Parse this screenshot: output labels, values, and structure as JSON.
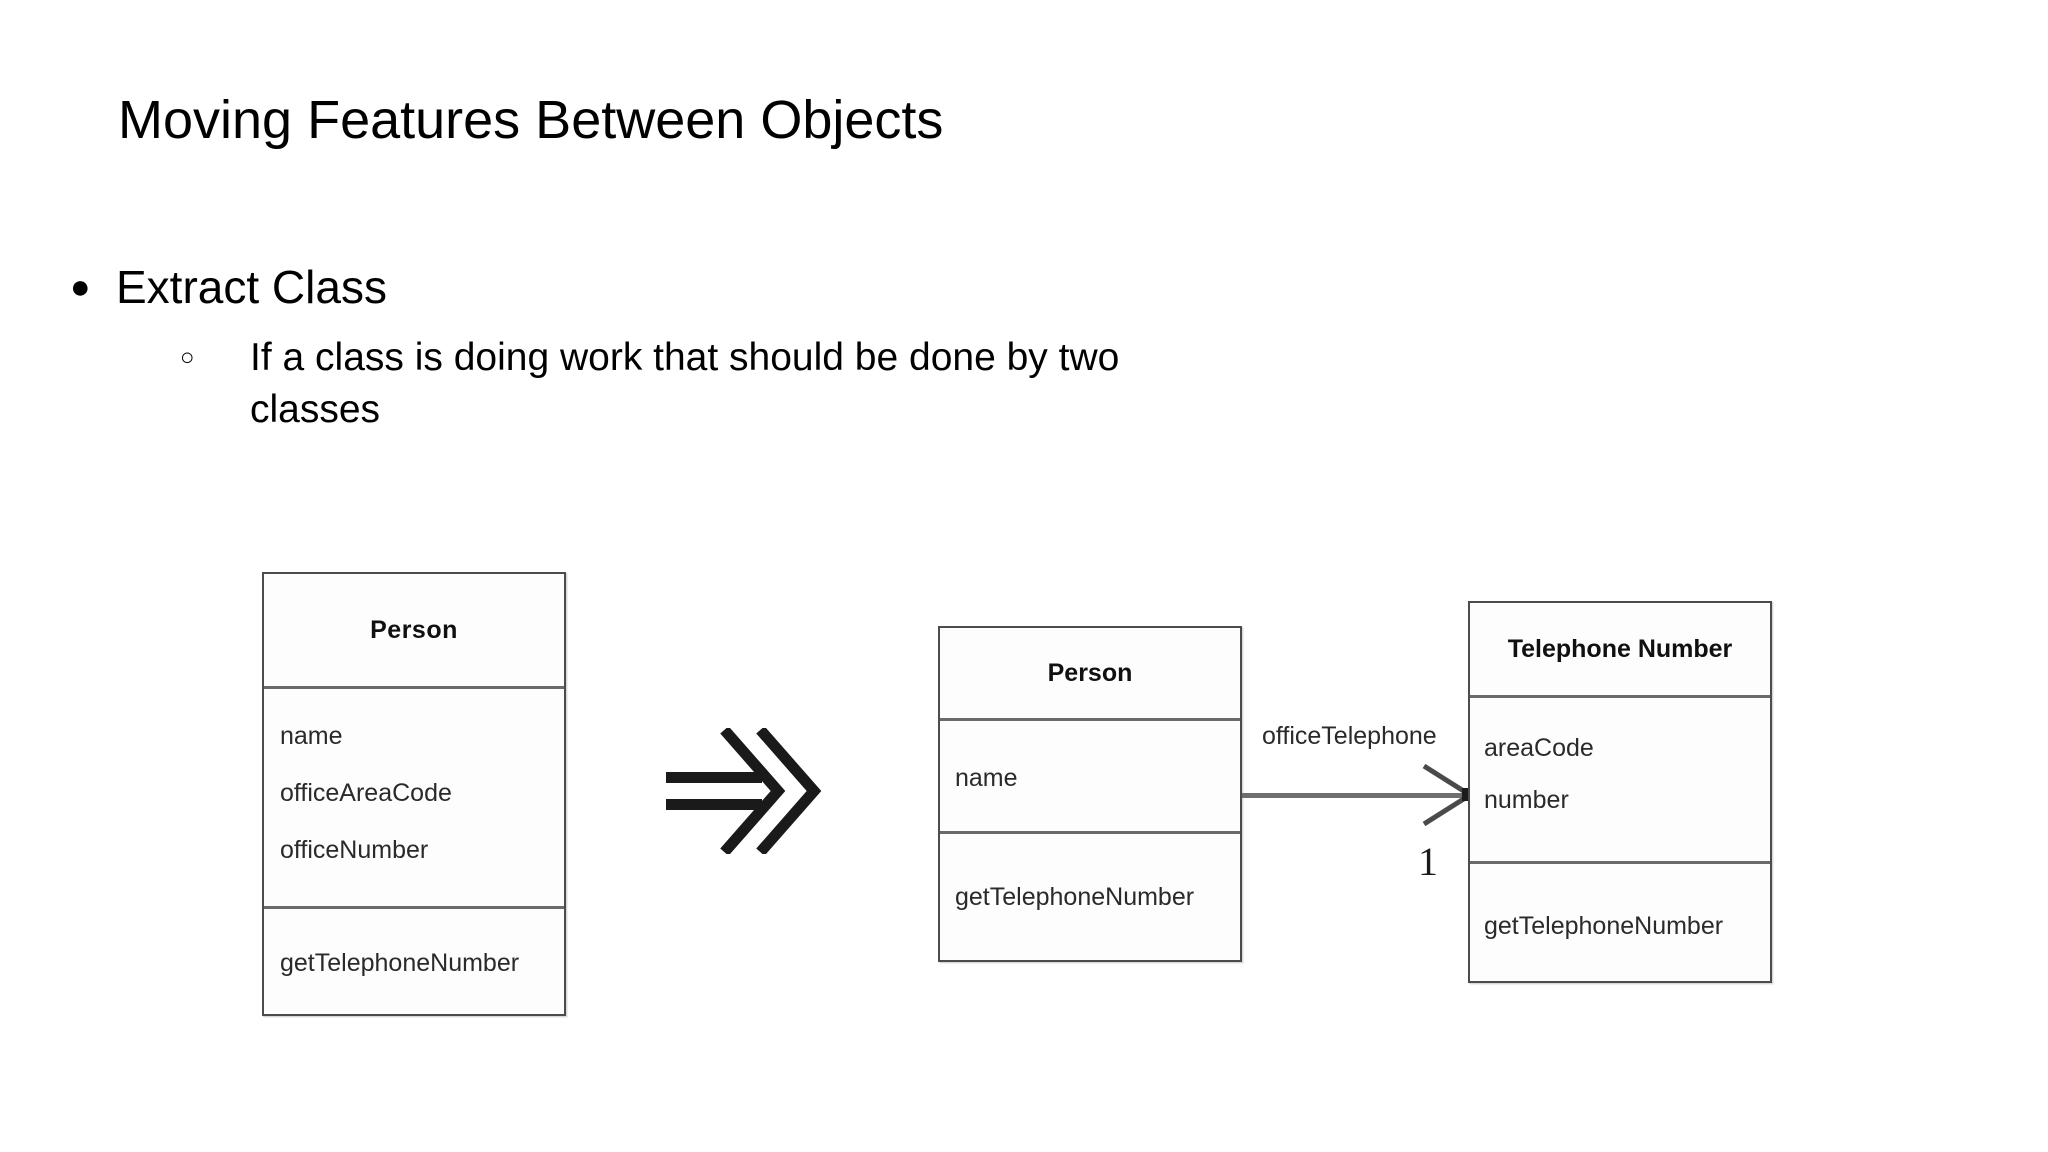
{
  "slide": {
    "title": "Moving Features Between Objects",
    "bullets": [
      {
        "marker": "●",
        "text": "Extract Class",
        "level": 1
      },
      {
        "marker": "○",
        "text": "If a class is doing work that should be done by two classes",
        "level": 2
      }
    ]
  },
  "diagram": {
    "type": "uml-class-diagram",
    "transform_arrow": "double-chevron-right-arrow",
    "before": {
      "class_name": "Person",
      "attributes": [
        "name",
        "officeAreaCode",
        "officeNumber"
      ],
      "operations": [
        "getTelephoneNumber"
      ]
    },
    "after": {
      "person": {
        "class_name": "Person",
        "attributes": [
          "name"
        ],
        "operations": [
          "getTelephoneNumber"
        ]
      },
      "telephone": {
        "class_name": "Telephone Number",
        "attributes": [
          "areaCode",
          "number"
        ],
        "operations": [
          "getTelephoneNumber"
        ]
      },
      "association": {
        "label": "officeTelephone",
        "multiplicity": "1"
      }
    }
  },
  "colors": {
    "background": "#ffffff",
    "text": "#000000",
    "box_border": "#4c4c4c",
    "divider": "#6a6a6a",
    "connector": "#6f6f6f"
  }
}
